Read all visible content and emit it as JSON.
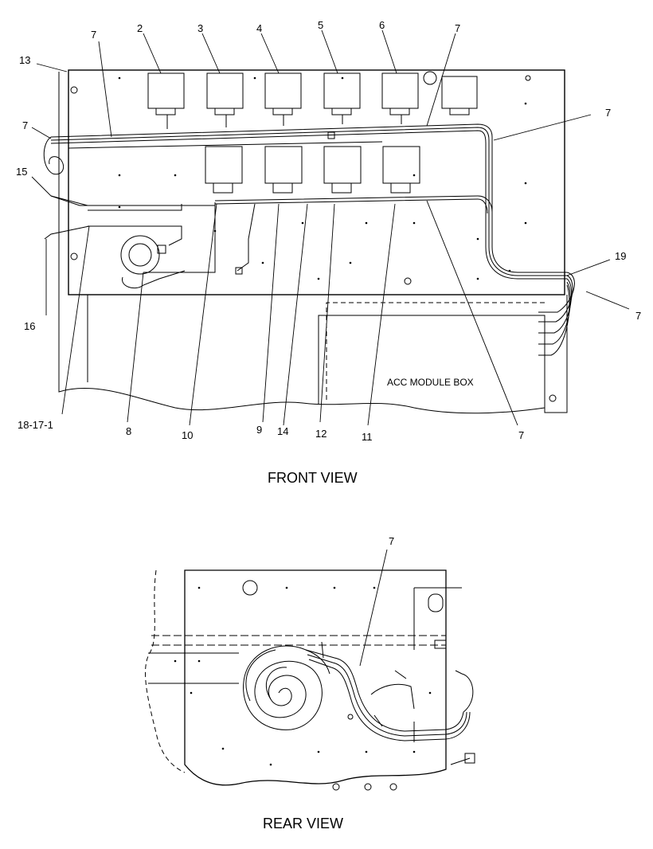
{
  "front_view": {
    "title": "FRONT VIEW",
    "box_label": "ACC MODULE BOX",
    "callouts": {
      "c13": "13",
      "c7_top_left": "7",
      "c2": "2",
      "c3": "3",
      "c4": "4",
      "c5": "5",
      "c6": "6",
      "c7_top_right": "7",
      "c7_left": "7",
      "c7_right_upper": "7",
      "c15": "15",
      "c19": "19",
      "c7_right": "7",
      "c16": "16",
      "c18_17_1": "18-17-1",
      "c8": "8",
      "c10": "10",
      "c9": "9",
      "c14": "14",
      "c12": "12",
      "c11": "11",
      "c7_bottom": "7"
    }
  },
  "rear_view": {
    "title": "REAR VIEW",
    "callouts": {
      "c7": "7"
    }
  }
}
